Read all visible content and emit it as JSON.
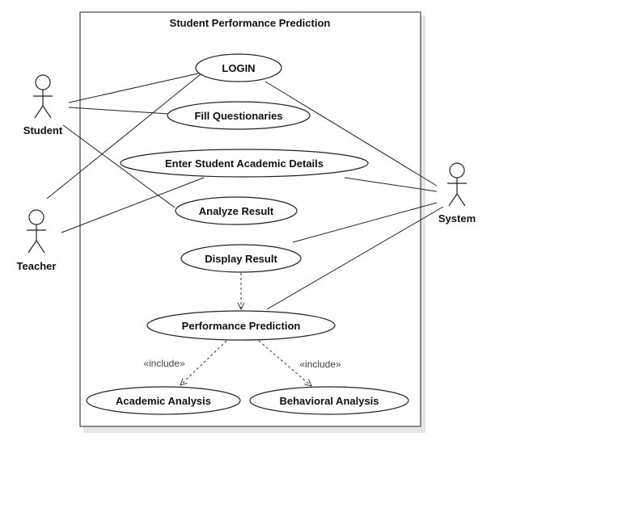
{
  "system": {
    "title": "Student Performance Prediction"
  },
  "actors": {
    "student": "Student",
    "teacher": "Teacher",
    "system": "System"
  },
  "usecases": {
    "login": "LOGIN",
    "fill_questionaries": "Fill Questionaries",
    "enter_academic_details": "Enter Student Academic Details",
    "analyze_result": "Analyze Result",
    "display_result": "Display Result",
    "performance_prediction": "Performance Prediction",
    "academic_analysis": "Academic Analysis",
    "behavioral_analysis": "Behavioral Analysis"
  },
  "stereotypes": {
    "include_left": "«include»",
    "include_right": "«include»"
  }
}
